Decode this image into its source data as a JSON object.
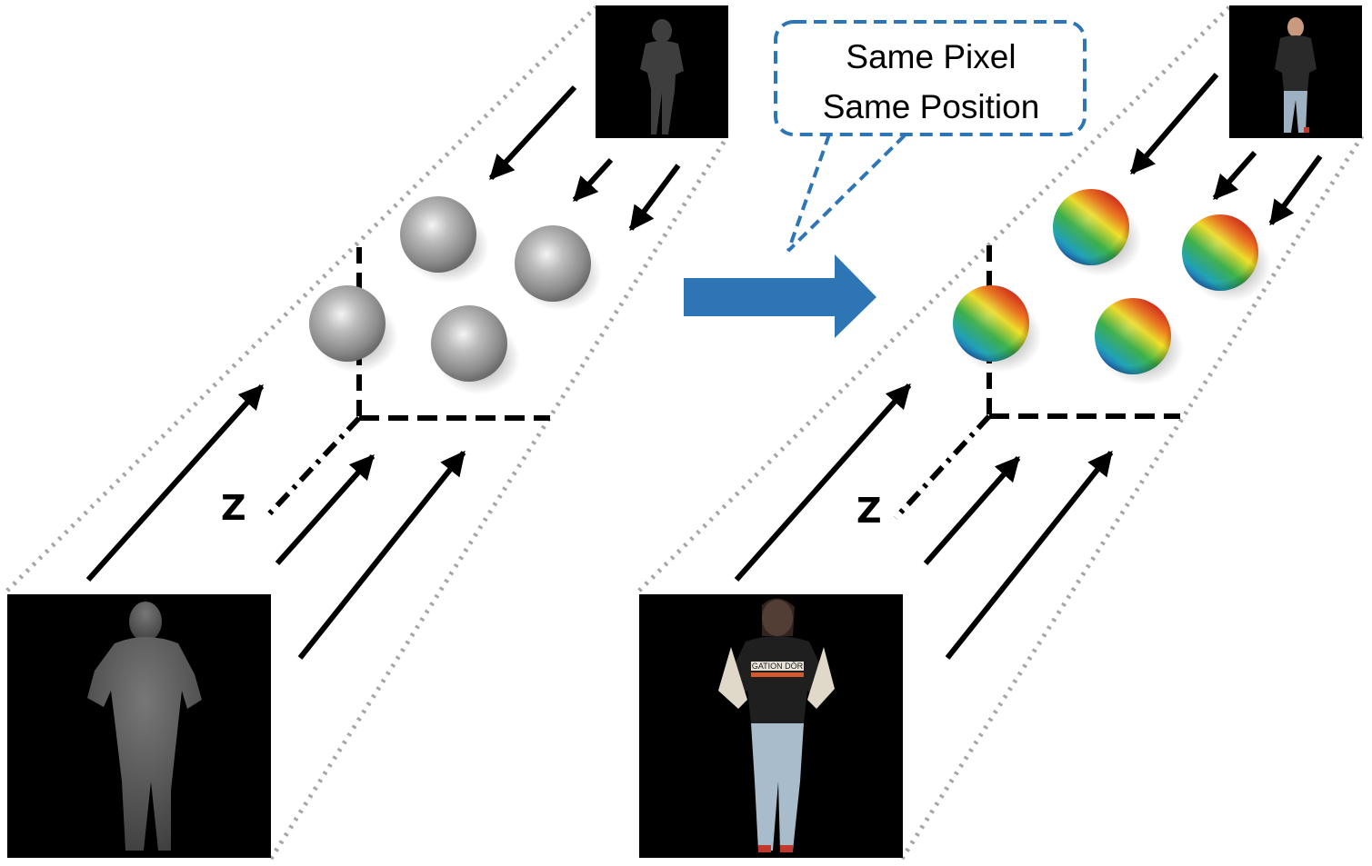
{
  "callout": {
    "line1": "Same Pixel",
    "line2": "Same Position"
  },
  "left_panel": {
    "axis_label": "Z",
    "depth_style": "grayscale"
  },
  "right_panel": {
    "axis_label": "Z",
    "depth_style": "rainbow",
    "shirt_text": "GATION DÖR"
  },
  "colors": {
    "arrow_main": "#2e75b6",
    "callout_border": "#2e75b6",
    "frustum_border": "#a6a6a6",
    "ray": "#000000",
    "photo_bg": "#000000"
  }
}
